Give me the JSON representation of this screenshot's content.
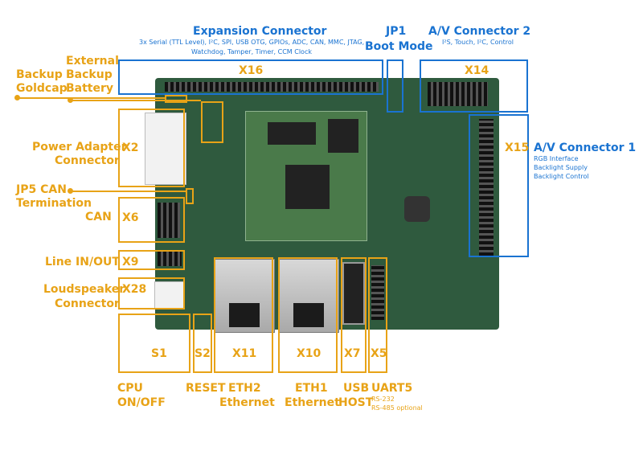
{
  "labels": {
    "expansion_title": "Expansion Connector",
    "expansion_sub1": "3x Serial (TTL Level), I²C, SPI, USB OTG, GPIOs, ADC, CAN, MMC, JTAG,",
    "expansion_sub2": "Watchdog, Tamper, Timer, CCM Clock",
    "jp1_title": "JP1",
    "jp1_sub": "Boot Mode",
    "av2_title": "A/V Connector 2",
    "av2_sub": "I²S, Touch, I²C, Control",
    "av1_title": "A/V Connector 1",
    "av1_sub1": "RGB Interface",
    "av1_sub2": "Backlight Supply",
    "av1_sub3": "Backlight Control",
    "ext_backup_l1": "External",
    "ext_backup_l2": "Backup",
    "ext_backup_l3": "Battery",
    "backup_goldcap_l1": "Backup",
    "backup_goldcap_l2": "Goldcap",
    "power_adapter_l1": "Power Adapter",
    "power_adapter_l2": "Connector",
    "jp5_l1": "JP5 CAN",
    "jp5_l2": "Termination",
    "can": "CAN",
    "line_inout": "Line IN/OUT",
    "loudspeaker_l1": "Loudspeaker",
    "loudspeaker_l2": "Connector",
    "cpu_l1": "CPU",
    "cpu_l2": "ON/OFF",
    "reset": "RESET",
    "eth2_l1": "ETH2",
    "eth2_l2": "Ethernet",
    "eth1_l1": "ETH1",
    "eth1_l2": "Ethernet",
    "usb_l1": "USB",
    "usb_l2": "HOST",
    "uart_l1": "UART5",
    "uart_l2": "RS-232",
    "uart_l3": "RS-485 optional"
  },
  "ids": {
    "x16": "X16",
    "x14": "X14",
    "x15": "X15",
    "x2": "X2",
    "x6": "X6",
    "x9": "X9",
    "x28": "X28",
    "s1": "S1",
    "s2": "S2",
    "x11": "X11",
    "x10": "X10",
    "x7": "X7",
    "x5": "X5"
  },
  "colors": {
    "orange": "#e8a317",
    "blue": "#1a73d1",
    "pcb": "#2f5a3e"
  }
}
